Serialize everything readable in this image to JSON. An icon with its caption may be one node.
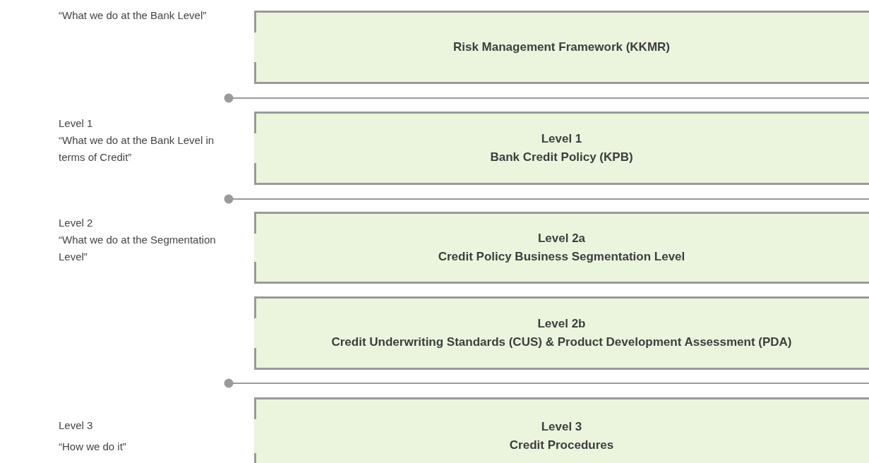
{
  "diagram": {
    "nodes": [
      {
        "text": [
          "Risk Management Framework (KKMR)"
        ]
      },
      {
        "text": [
          "Level 1",
          "Bank Credit Policy (KPB)"
        ]
      },
      {
        "text": [
          "Level 2a",
          "Credit Policy Business Segmentation Level"
        ]
      },
      {
        "text": [
          "Level 2b",
          "Credit Underwriting Standards (CUS) & Product Development Assessment (PDA)"
        ]
      },
      {
        "text": [
          "Level 3",
          "Credit Procedures"
        ]
      }
    ],
    "labels": [
      "“What we do at the Bank Level”",
      "Level 1",
      "“What we do at the Bank Level in terms of Credit”",
      "Level 2",
      "“What we do at the Segmentation Level”",
      "Level 3",
      "“How we do it”"
    ]
  }
}
